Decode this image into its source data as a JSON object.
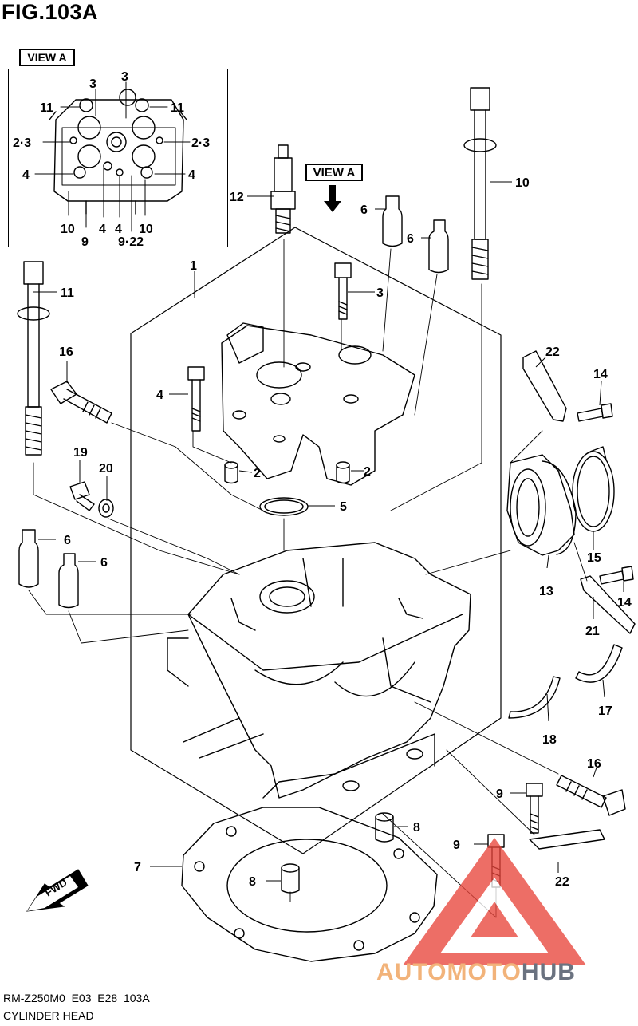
{
  "figure": {
    "title": "FIG.103A",
    "code": "RM-Z250M0_E03_E28_103A",
    "name": "CYLINDER HEAD"
  },
  "view_a": {
    "tag": "VIEW A",
    "arrow_label": "VIEW A",
    "callouts": [
      "3",
      "3",
      "11",
      "11",
      "2·3",
      "2·3",
      "4",
      "4",
      "10",
      "9",
      "4",
      "4",
      "9·22",
      "10"
    ]
  },
  "callouts": {
    "c1": "1",
    "c2a": "2",
    "c2b": "2",
    "c3": "3",
    "c4": "4",
    "c5": "5",
    "c6a": "6",
    "c6b": "6",
    "c6c": "6",
    "c6d": "6",
    "c7": "7",
    "c8a": "8",
    "c8b": "8",
    "c9a": "9",
    "c9b": "9",
    "c10": "10",
    "c11": "11",
    "c12": "12",
    "c13": "13",
    "c14a": "14",
    "c14b": "14",
    "c15": "15",
    "c16a": "16",
    "c16b": "16",
    "c17": "17",
    "c18": "18",
    "c19": "19",
    "c20": "20",
    "c21": "21",
    "c22a": "22",
    "c22b": "22"
  },
  "fwd_label": "FWD",
  "watermark": {
    "part1": "AUTOMOTO",
    "part2": "HUB",
    "colors": {
      "part1": "#f2b37a",
      "part2": "#6a7280",
      "triangle": "#e8463c"
    }
  }
}
